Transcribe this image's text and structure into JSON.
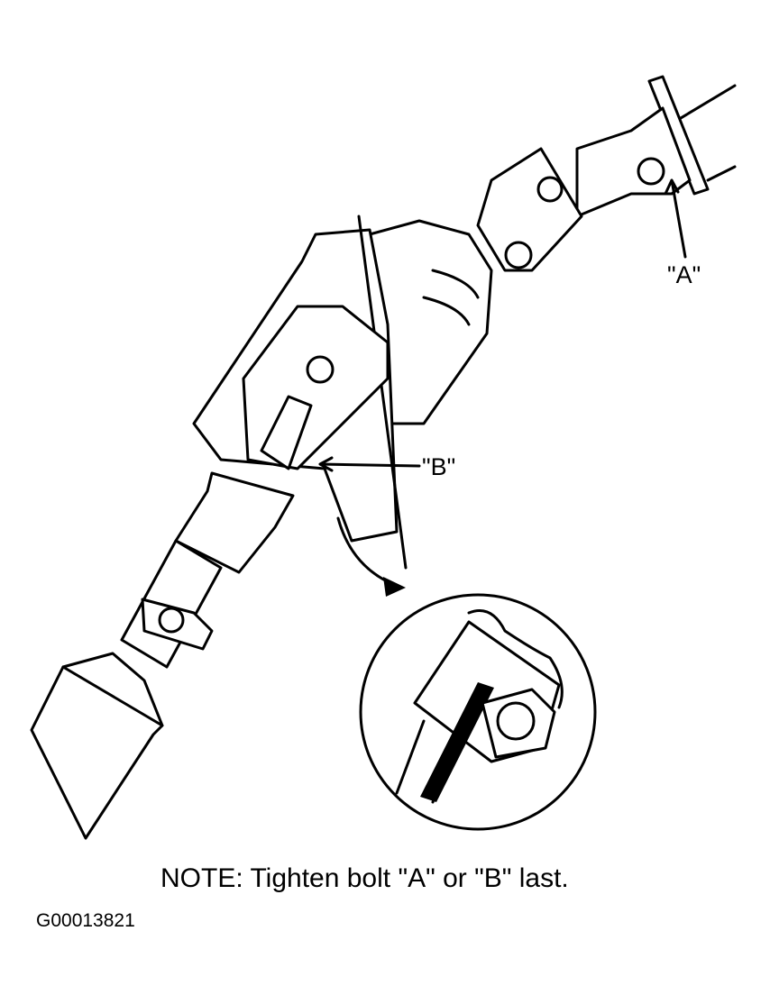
{
  "labels": {
    "a": "\"A\"",
    "b": "\"B\""
  },
  "note": "NOTE: Tighten bolt \"A\" or \"B\" last.",
  "figure_id": "G00013821"
}
